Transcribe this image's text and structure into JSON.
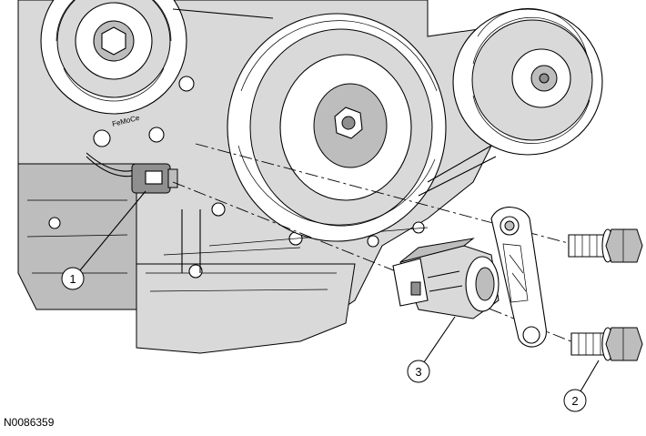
{
  "figure": {
    "reference_code": "N0086359",
    "engine_stamp": "FeMoCe",
    "callouts": [
      {
        "id": "1",
        "label": "1"
      },
      {
        "id": "2",
        "label": "2"
      },
      {
        "id": "3",
        "label": "3"
      }
    ]
  }
}
